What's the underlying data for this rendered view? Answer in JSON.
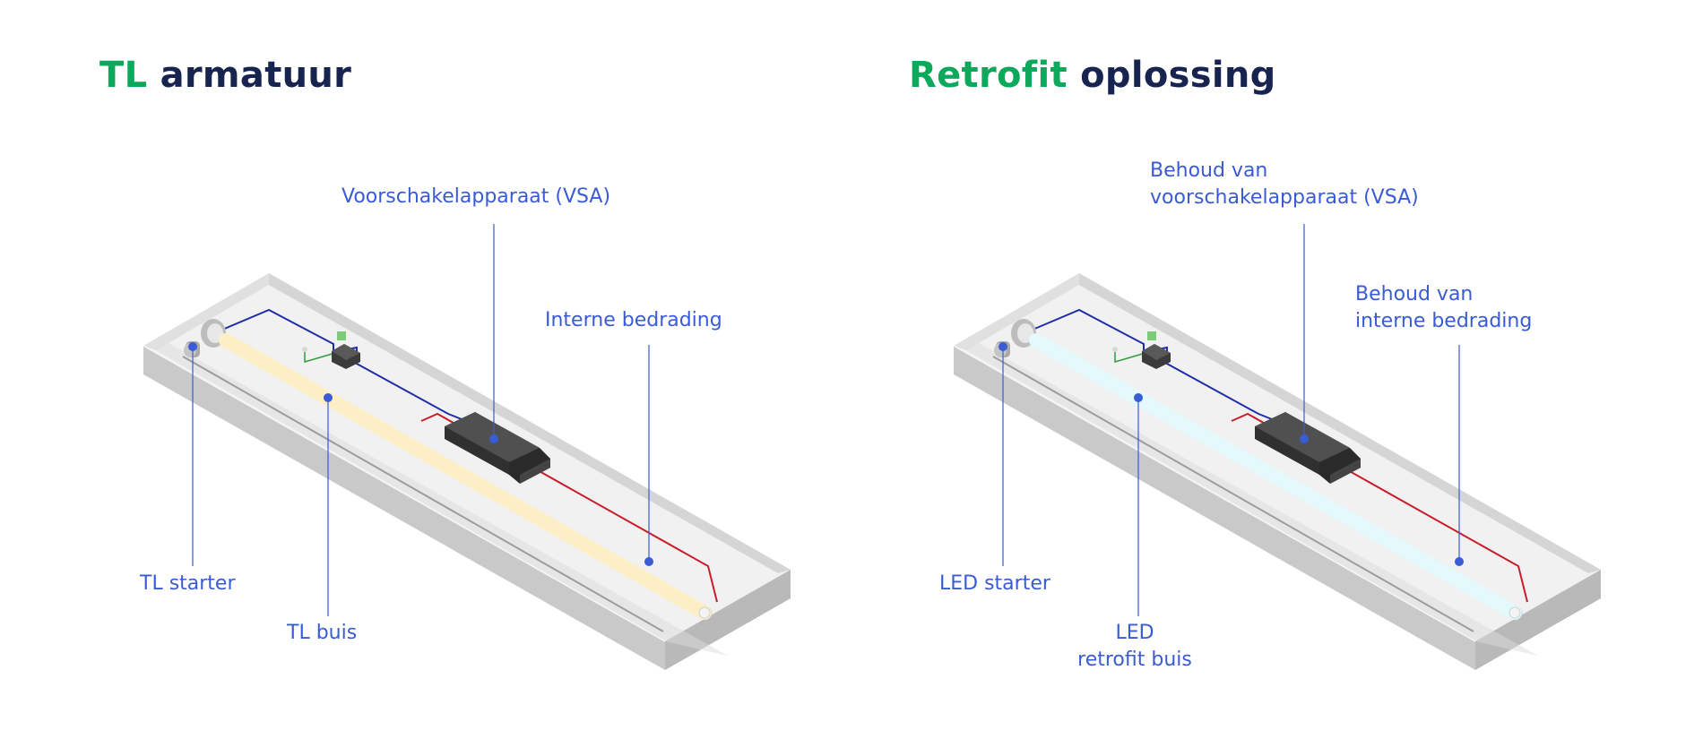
{
  "left_panel": {
    "title": {
      "accent": "TL",
      "rest": "armatuur"
    },
    "labels": {
      "ballast": "Voorschakelapparaat (VSA)",
      "wiring": "Interne bedrading",
      "starter": "TL starter",
      "tube": "TL buis"
    }
  },
  "right_panel": {
    "title": {
      "accent": "Retrofit",
      "rest": "oplossing"
    },
    "labels": {
      "ballast_line1": "Behoud van",
      "ballast_line2": "voorschakelapparaat (VSA)",
      "wiring_line1": "Behoud van",
      "wiring_line2": "interne bedrading",
      "starter": "LED starter",
      "tube_line1": "LED",
      "tube_line2": "retrofit buis"
    }
  },
  "colors": {
    "accent_green": "#0ca85b",
    "title_navy": "#182450",
    "label_blue": "#3a5bd6",
    "fluorescent_tube": "#fcefc6",
    "led_tube": "#e3f9fc",
    "housing": "#d0d0d0",
    "wire_blue": "#1f2fa8",
    "wire_red": "#c81d2a",
    "ballast": "#4a4a4a"
  }
}
